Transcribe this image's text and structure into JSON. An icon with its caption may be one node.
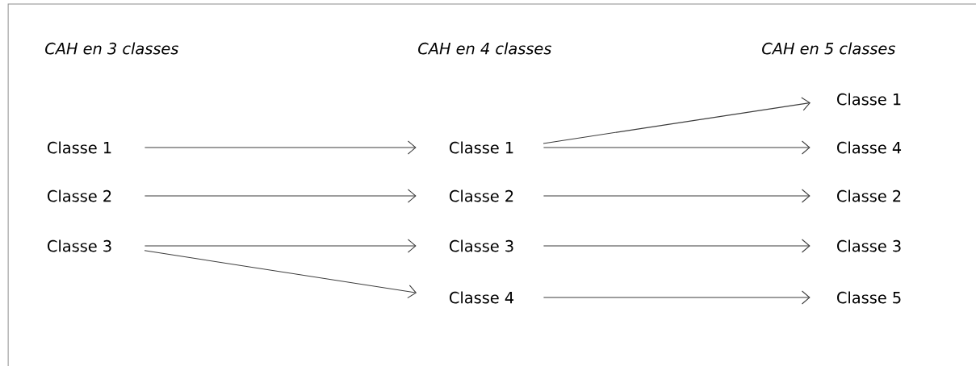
{
  "diagram": {
    "nodes": [
      {
        "text": [
          "Classe 1"
        ]
      },
      {
        "text": [
          "Classe 2"
        ]
      },
      {
        "text": [
          "Classe 3"
        ]
      },
      {
        "text": [
          "Classe 1"
        ]
      },
      {
        "text": [
          "Classe 2"
        ]
      },
      {
        "text": [
          "Classe 3"
        ]
      },
      {
        "text": [
          "Classe 4"
        ]
      },
      {
        "text": [
          "Classe 1"
        ]
      },
      {
        "text": [
          "Classe 4"
        ]
      },
      {
        "text": [
          "Classe 2"
        ]
      },
      {
        "text": [
          "Classe 3"
        ]
      },
      {
        "text": [
          "Classe 5"
        ]
      }
    ],
    "edges": [
      {
        "from": 0,
        "to": 3,
        "arrow": "to"
      },
      {
        "from": 1,
        "to": 4,
        "arrow": "to"
      },
      {
        "from": 2,
        "to": 5,
        "arrow": "to"
      },
      {
        "from": 2,
        "to": 6,
        "arrow": "to"
      },
      {
        "from": 3,
        "to": 7,
        "arrow": "to"
      },
      {
        "from": 3,
        "to": 8,
        "arrow": "to"
      },
      {
        "from": 4,
        "to": 9,
        "arrow": "to"
      },
      {
        "from": 5,
        "to": 10,
        "arrow": "to"
      },
      {
        "from": 6,
        "to": 11,
        "arrow": "to"
      }
    ],
    "labels": [
      "CAH en 3 classes",
      "CAH en 4 classes",
      "CAH en 5 classes"
    ]
  }
}
